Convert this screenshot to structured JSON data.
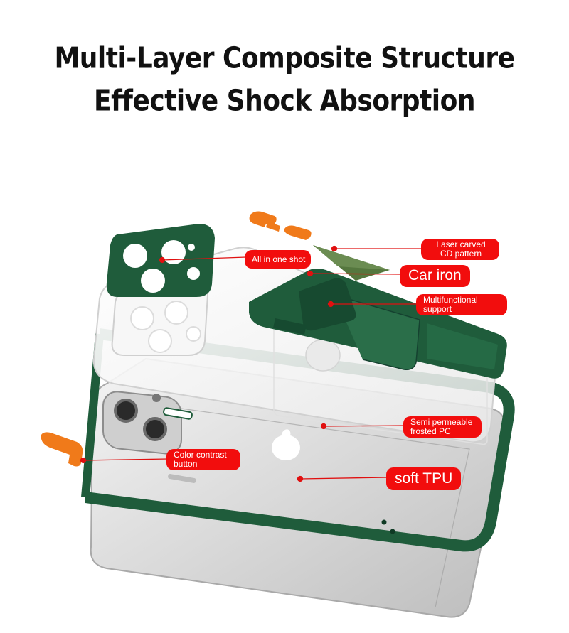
{
  "headline": {
    "line1": "Multi-Layer Composite Structure",
    "line2": "Effective Shock Absorption"
  },
  "colors": {
    "case_green": "#1f5c3b",
    "accent_orange": "#f07a1a",
    "callout_red": "#f20d0d",
    "leader_red": "#e01010"
  },
  "callouts": {
    "all_in_one": "All in one shot",
    "laser_line1": "Laser carved",
    "laser_line2": "CD pattern",
    "car_iron": "Car iron",
    "multi_line1": "Multifunctional",
    "multi_line2": "support",
    "semi_line1": "Semi permeable",
    "semi_line2": "frosted PC",
    "color_line1": "Color contrast",
    "color_line2": "button",
    "soft_tpu": "soft TPU"
  }
}
